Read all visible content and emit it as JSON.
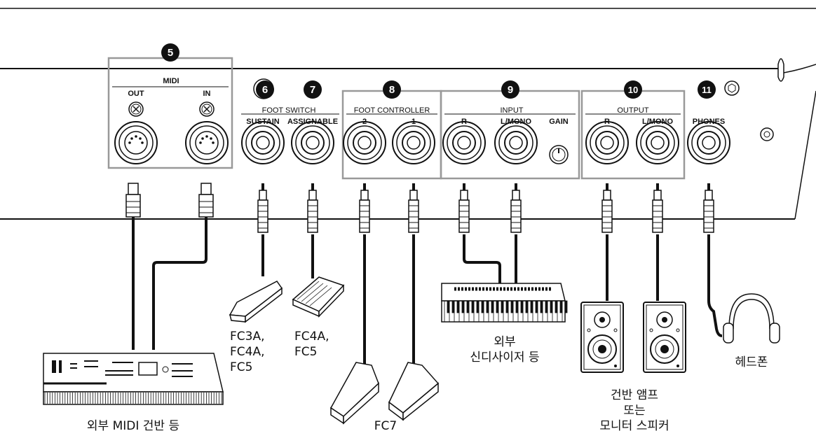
{
  "panel": {
    "midi": {
      "badge": "5",
      "title": "MIDI",
      "out": "OUT",
      "in": "IN"
    },
    "foot_switch": {
      "badge": "6",
      "badge2": "7",
      "title": "FOOT SWITCH",
      "sustain": "SUSTAIN",
      "assignable": "ASSIGNABLE"
    },
    "foot_controller": {
      "badge": "8",
      "title": "FOOT CONTROLLER",
      "j2": "2",
      "j1": "1"
    },
    "input": {
      "badge": "9",
      "title": "INPUT",
      "r": "R",
      "lmono": "L/MONO",
      "gain": "GAIN"
    },
    "output": {
      "badge": "10",
      "title": "OUTPUT",
      "r": "R",
      "lmono": "L/MONO"
    },
    "phones": {
      "badge": "11",
      "title": "PHONES"
    }
  },
  "captions": {
    "midi_keyboard": "외부 MIDI 건반 등",
    "fc3a": "FC3A,\nFC4A,\nFC5",
    "fc4a": "FC4A,\nFC5",
    "fc7": "FC7",
    "synth": "외부\n신디사이저 등",
    "amp": "건반 앰프\n또는\n모니터 스피커",
    "headphones": "헤드폰"
  },
  "colors": {
    "line": "#111111",
    "box": "#999999",
    "panel_fill": "#ffffff"
  }
}
